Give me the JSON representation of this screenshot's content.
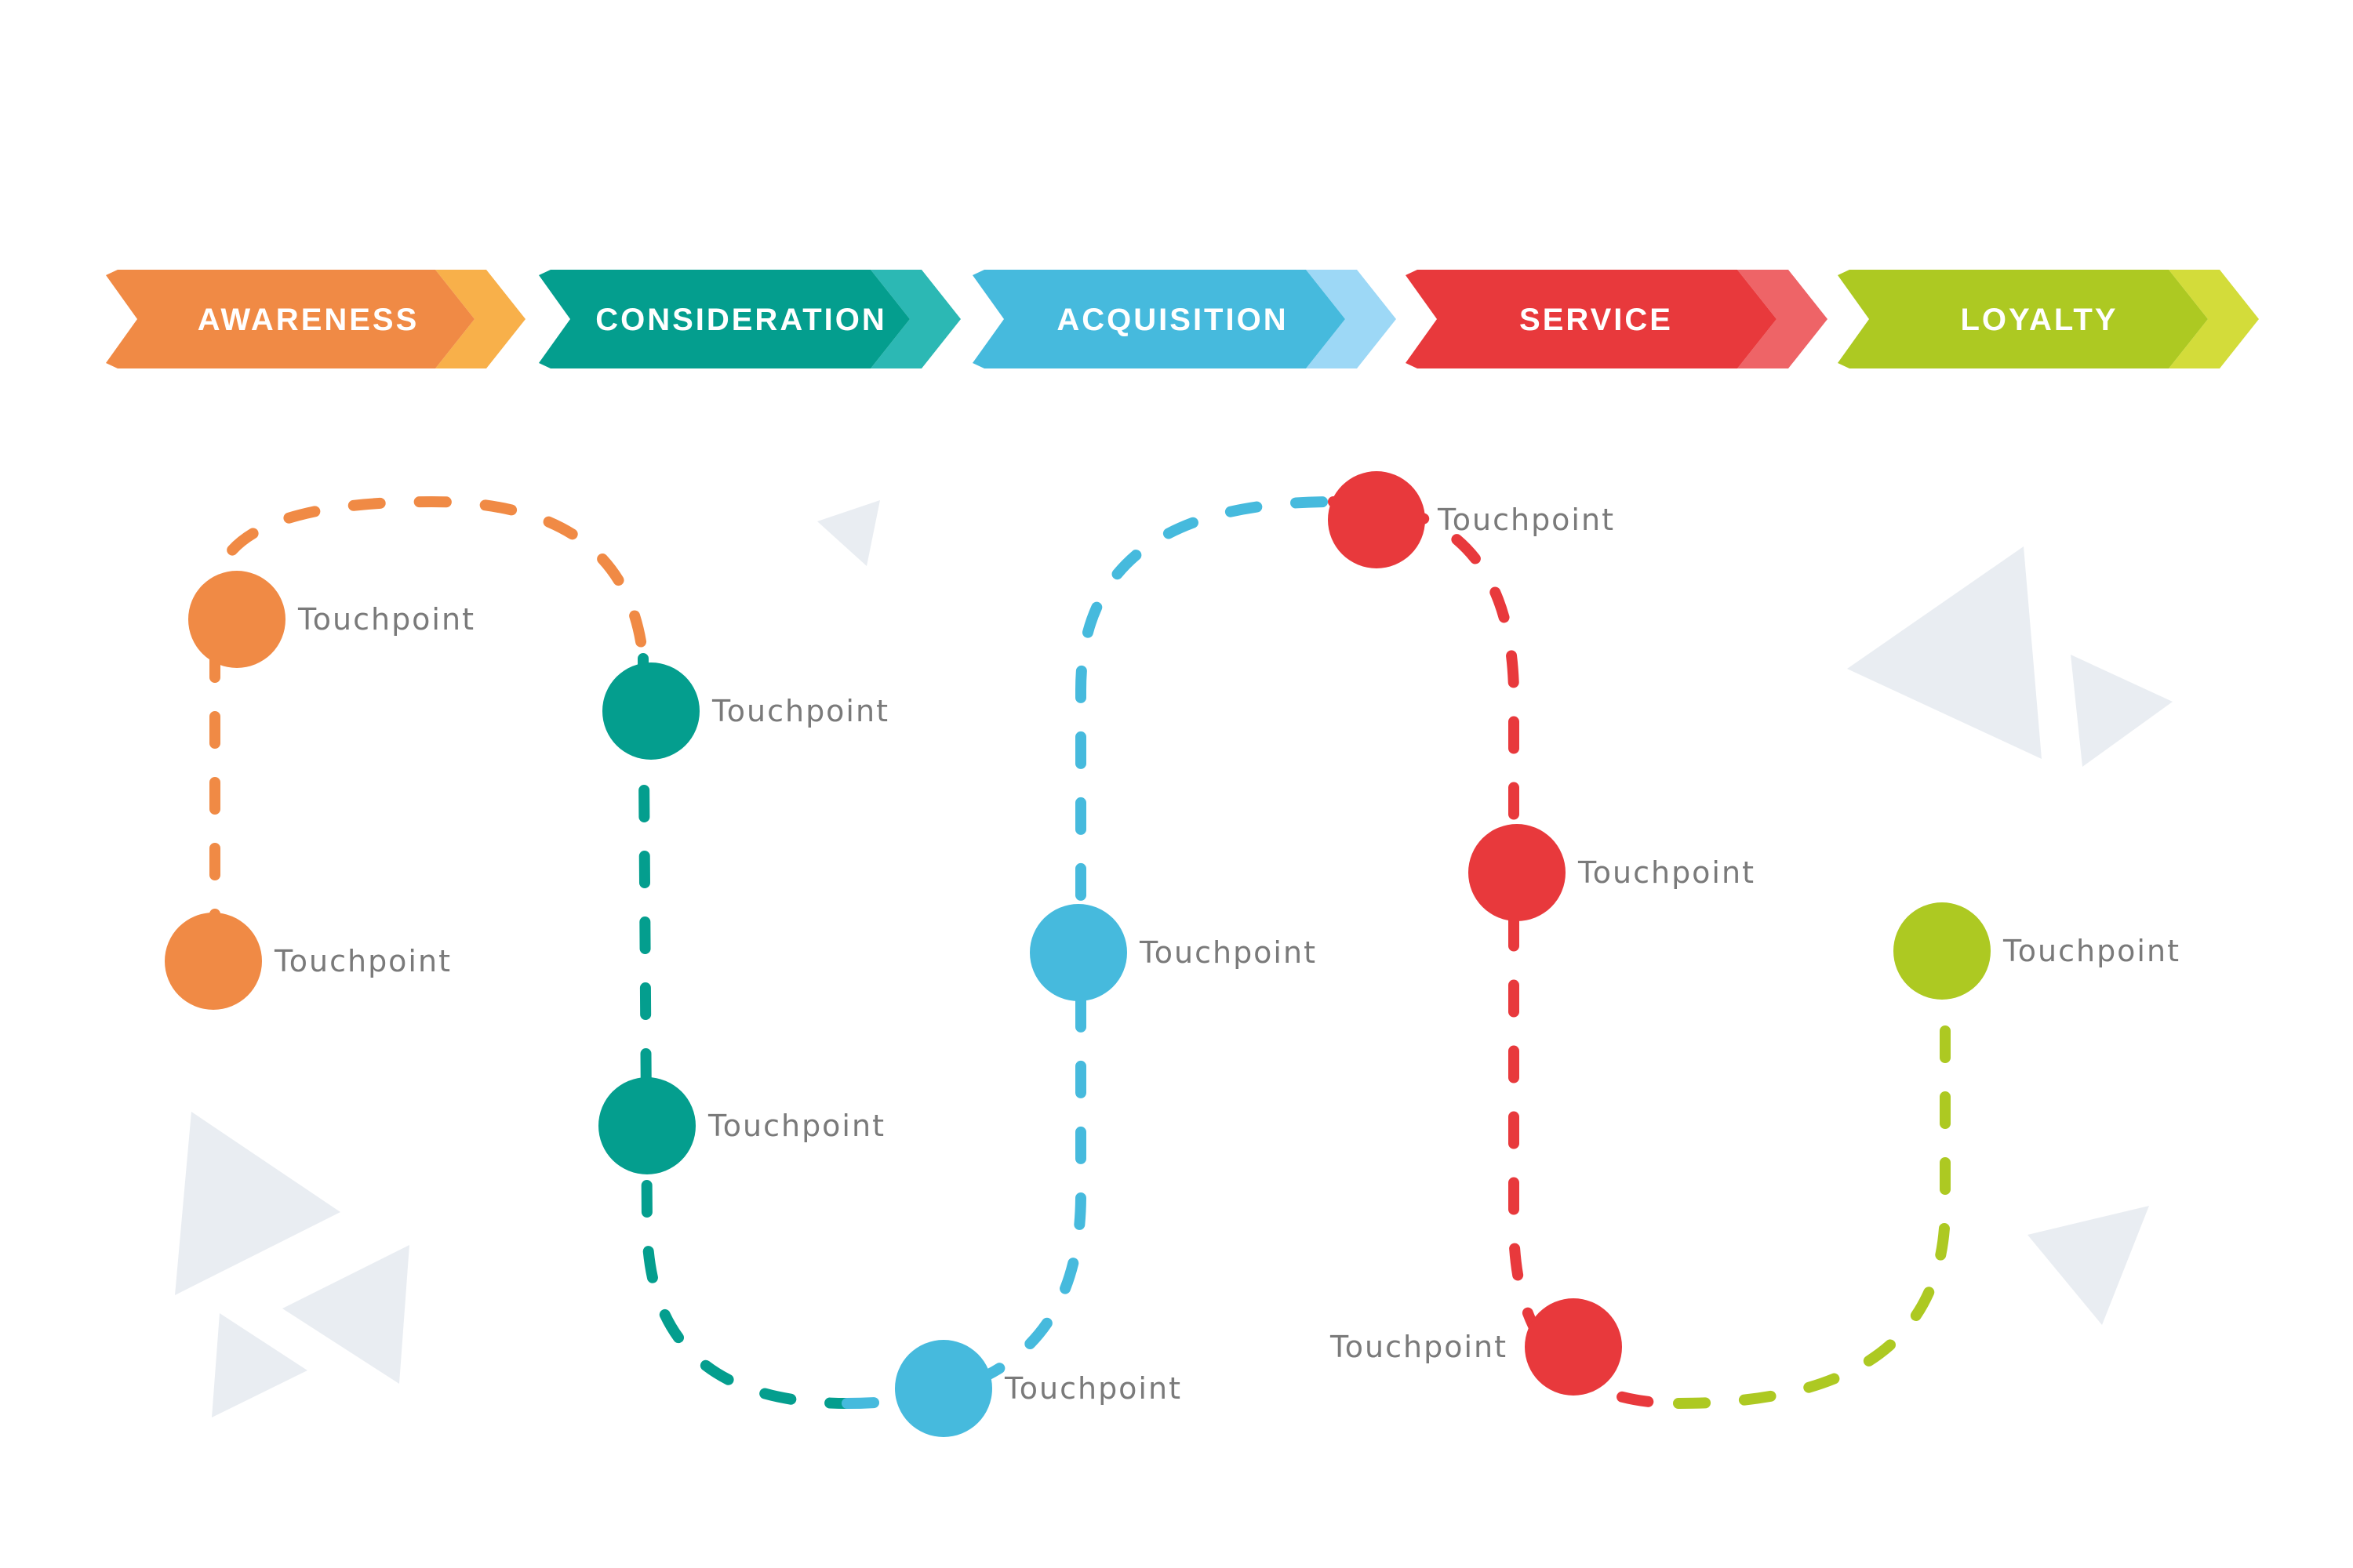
{
  "colors": {
    "awareness": "#F08A45",
    "awareness_tip": "#F8B04A",
    "consideration": "#049E8E",
    "consideration_tip": "#2CB8B4",
    "acquisition": "#46BADD",
    "acquisition_tip": "#9DD8F6",
    "service": "#E8393C",
    "service_tip": "#EE6467",
    "loyalty": "#ADC922",
    "loyalty_tip": "#D3DC3A",
    "decoration": "#E9EDF2",
    "label_text": "#7a7a7a"
  },
  "stages": [
    {
      "label": "AWARENESS"
    },
    {
      "label": "CONSIDERATION"
    },
    {
      "label": "ACQUISITION"
    },
    {
      "label": "SERVICE"
    },
    {
      "label": "LOYALTY"
    }
  ],
  "touchpoints": [
    {
      "label": "Touchpoint",
      "stage": "AWARENESS"
    },
    {
      "label": "Touchpoint",
      "stage": "AWARENESS"
    },
    {
      "label": "Touchpoint",
      "stage": "CONSIDERATION"
    },
    {
      "label": "Touchpoint",
      "stage": "CONSIDERATION"
    },
    {
      "label": "Touchpoint",
      "stage": "ACQUISITION"
    },
    {
      "label": "Touchpoint",
      "stage": "ACQUISITION"
    },
    {
      "label": "Touchpoint",
      "stage": "SERVICE"
    },
    {
      "label": "Touchpoint",
      "stage": "SERVICE"
    },
    {
      "label": "Touchpoint",
      "stage": "SERVICE"
    },
    {
      "label": "Touchpoint",
      "stage": "LOYALTY"
    }
  ]
}
